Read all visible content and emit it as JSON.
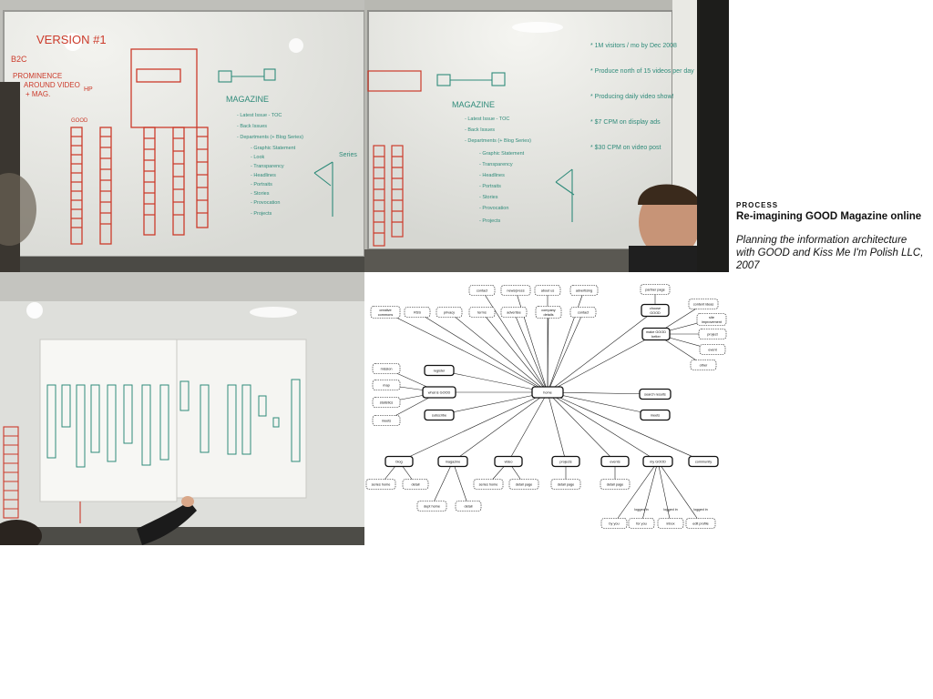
{
  "caption": {
    "kicker": "PROCESS",
    "title": "Re-imagining GOOD Magazine online",
    "description": "Planning the information architecture with GOOD and Kiss Me I'm Polish LLC, 2007"
  },
  "whiteboard_left": {
    "heading": "VERSION #1",
    "notes": [
      "B2C",
      "PROMINENCE",
      "AROUND VIDEO",
      "+ MAG.",
      "HP",
      "GOOD"
    ],
    "magazine_title": "MAGAZINE",
    "magazine_items": [
      "- Latest Issue - TOC",
      "- Back Issues",
      "- Departments (+ Blog Series)",
      "- Graphic Statement",
      "- Look",
      "- Transparency",
      "- Headlines",
      "- Portraits",
      "- Stories",
      "- Provocation",
      "- Projects"
    ],
    "right_note": "Series"
  },
  "whiteboard_right": {
    "notes": [
      "* 1M visitors / mo by Dec 2008",
      "* Produce north of 15 videos per day",
      "* Producing daily video show!",
      "* $7 CPM on display ads",
      "* $30 CPM on video post"
    ]
  },
  "sitemap": {
    "nodes": [
      {
        "id": "home",
        "label": "home",
        "bold": true
      },
      {
        "id": "contact1",
        "label": "contact",
        "bold": false
      },
      {
        "id": "newspress",
        "label": "news/press",
        "bold": false
      },
      {
        "id": "aboutus",
        "label": "about us",
        "bold": false
      },
      {
        "id": "advertising",
        "label": "advertising",
        "bold": false
      },
      {
        "id": "creativecommons",
        "label": "creative commons",
        "bold": false
      },
      {
        "id": "rss",
        "label": "RSS",
        "bold": false
      },
      {
        "id": "privacy",
        "label": "privacy",
        "bold": false
      },
      {
        "id": "terms",
        "label": "terms",
        "bold": false
      },
      {
        "id": "advertise",
        "label": "advertise",
        "bold": false
      },
      {
        "id": "companydetails",
        "label": "company details",
        "bold": false
      },
      {
        "id": "contact2",
        "label": "contact",
        "bold": false
      },
      {
        "id": "partnerpage",
        "label": "partner page",
        "bold": false
      },
      {
        "id": "chooseGOOD",
        "label": "choose GOOD",
        "bold": true
      },
      {
        "id": "makeGOODbetter",
        "label": "make GOOD better",
        "bold": true
      },
      {
        "id": "contentideas",
        "label": "content ideas",
        "bold": false
      },
      {
        "id": "siteimprovement",
        "label": "site improvement",
        "bold": false
      },
      {
        "id": "project",
        "label": "project",
        "bold": false
      },
      {
        "id": "event",
        "label": "event",
        "bold": false
      },
      {
        "id": "other",
        "label": "other",
        "bold": false
      },
      {
        "id": "mission",
        "label": "mission",
        "bold": false
      },
      {
        "id": "map",
        "label": "map",
        "bold": false
      },
      {
        "id": "statistics",
        "label": "statistics",
        "bold": false
      },
      {
        "id": "meets",
        "label": "meets",
        "bold": false
      },
      {
        "id": "register",
        "label": "register",
        "bold": true
      },
      {
        "id": "whatisGOOD",
        "label": "what is GOOD",
        "bold": true
      },
      {
        "id": "subscribe",
        "label": "subscribe",
        "bold": true
      },
      {
        "id": "searchresults",
        "label": "search results",
        "bold": true
      },
      {
        "id": "meets2",
        "label": "meets",
        "bold": true
      },
      {
        "id": "blog",
        "label": "blog",
        "bold": true
      },
      {
        "id": "magazine",
        "label": "magazine",
        "bold": true
      },
      {
        "id": "video",
        "label": "video",
        "bold": true
      },
      {
        "id": "projects",
        "label": "projects",
        "bold": true
      },
      {
        "id": "events",
        "label": "events",
        "bold": true
      },
      {
        "id": "myGOOD",
        "label": "my GOOD",
        "bold": true
      },
      {
        "id": "community",
        "label": "community",
        "bold": true
      },
      {
        "id": "serieshome1",
        "label": "series home",
        "bold": false
      },
      {
        "id": "detail1",
        "label": "detail",
        "bold": false
      },
      {
        "id": "depthome",
        "label": "dept home",
        "bold": false
      },
      {
        "id": "detail2",
        "label": "detail",
        "bold": false
      },
      {
        "id": "serieshome2",
        "label": "series home",
        "bold": false
      },
      {
        "id": "detailpage1",
        "label": "detail page",
        "bold": false
      },
      {
        "id": "detailpage2",
        "label": "detail page",
        "bold": false
      },
      {
        "id": "detailpage3",
        "label": "detail page",
        "bold": false
      },
      {
        "id": "byyou",
        "label": "by you",
        "bold": false
      },
      {
        "id": "foryou",
        "label": "for you",
        "bold": false
      },
      {
        "id": "inbox",
        "label": "inbox",
        "bold": false
      },
      {
        "id": "editprofile",
        "label": "edit profile",
        "bold": false
      }
    ],
    "edge_labels": [
      "logged in",
      "logged in",
      "logged in"
    ],
    "edges": [
      [
        "home",
        "contact1"
      ],
      [
        "home",
        "newspress"
      ],
      [
        "home",
        "aboutus"
      ],
      [
        "home",
        "advertising"
      ],
      [
        "home",
        "creativecommons"
      ],
      [
        "home",
        "rss"
      ],
      [
        "home",
        "privacy"
      ],
      [
        "home",
        "terms"
      ],
      [
        "home",
        "advertise"
      ],
      [
        "home",
        "companydetails"
      ],
      [
        "home",
        "contact2"
      ],
      [
        "home",
        "chooseGOOD"
      ],
      [
        "home",
        "makeGOODbetter"
      ],
      [
        "chooseGOOD",
        "partnerpage"
      ],
      [
        "makeGOODbetter",
        "contentideas"
      ],
      [
        "makeGOODbetter",
        "siteimprovement"
      ],
      [
        "makeGOODbetter",
        "project"
      ],
      [
        "makeGOODbetter",
        "event"
      ],
      [
        "makeGOODbetter",
        "other"
      ],
      [
        "whatisGOOD",
        "mission"
      ],
      [
        "whatisGOOD",
        "map"
      ],
      [
        "whatisGOOD",
        "statistics"
      ],
      [
        "whatisGOOD",
        "meets"
      ],
      [
        "home",
        "register"
      ],
      [
        "home",
        "whatisGOOD"
      ],
      [
        "home",
        "subscribe"
      ],
      [
        "home",
        "searchresults"
      ],
      [
        "home",
        "meets2"
      ],
      [
        "home",
        "blog"
      ],
      [
        "home",
        "magazine"
      ],
      [
        "home",
        "video"
      ],
      [
        "home",
        "projects"
      ],
      [
        "home",
        "events"
      ],
      [
        "home",
        "myGOOD"
      ],
      [
        "home",
        "community"
      ],
      [
        "blog",
        "serieshome1"
      ],
      [
        "blog",
        "detail1"
      ],
      [
        "magazine",
        "depthome"
      ],
      [
        "magazine",
        "detail2"
      ],
      [
        "video",
        "serieshome2"
      ],
      [
        "video",
        "detailpage1"
      ],
      [
        "projects",
        "detailpage2"
      ],
      [
        "events",
        "detailpage3"
      ],
      [
        "myGOOD",
        "byyou"
      ],
      [
        "myGOOD",
        "foryou"
      ],
      [
        "myGOOD",
        "inbox"
      ],
      [
        "myGOOD",
        "editprofile"
      ]
    ]
  }
}
